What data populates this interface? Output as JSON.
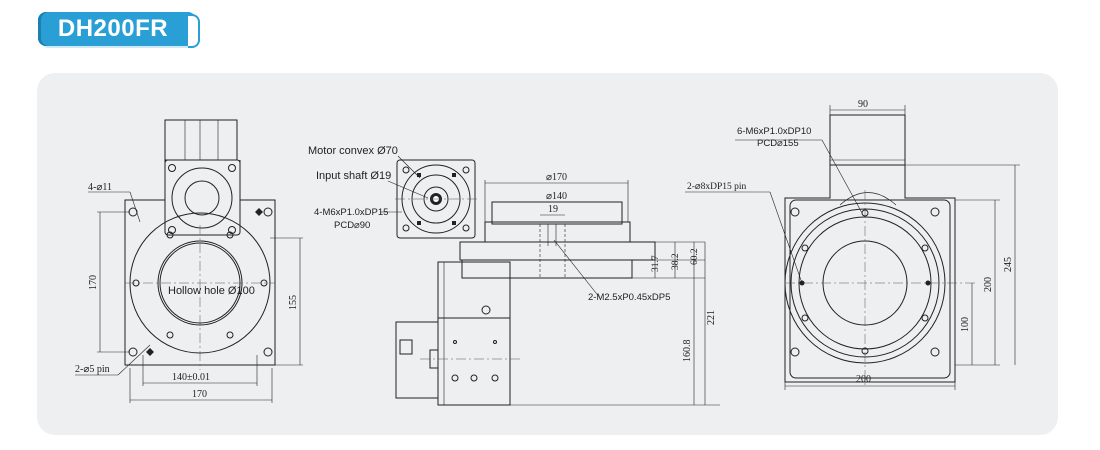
{
  "header": {
    "model_badge": "DH200FR",
    "badge_color": "#2a9fd6"
  },
  "front_view": {
    "label_holes_top": "4-⌀11",
    "label_hollow": "Hollow hole Ø100",
    "label_pin": "2-⌀5 pin",
    "dim_140": "140±0.01",
    "dim_170_bottom": "170",
    "dim_170_left": "170",
    "dim_155": "155"
  },
  "motor_view": {
    "label_convex": "Motor convex Ø70",
    "label_shaft": "Input shaft Ø19",
    "label_threads": "4-M6xP1.0xDP15",
    "label_pcd": "PCD⌀90"
  },
  "side_view": {
    "dim_170": "⌀170",
    "dim_140": "⌀140",
    "dim_19": "19",
    "dim_31_7": "31.7",
    "dim_38_2": "38.2",
    "dim_60_2": "60.2",
    "dim_160_8": "160.8",
    "dim_221": "221",
    "label_thread": "2-M2.5xP0.45xDP5"
  },
  "rear_view": {
    "label_thread": "6-M6xP1.0xDP10",
    "label_pcd": "PCD⌀155",
    "label_pin": "2-⌀8xDP15 pin",
    "dim_90": "90",
    "dim_200_bottom": "200",
    "dim_200_right": "200",
    "dim_245": "245",
    "dim_100": "100"
  }
}
